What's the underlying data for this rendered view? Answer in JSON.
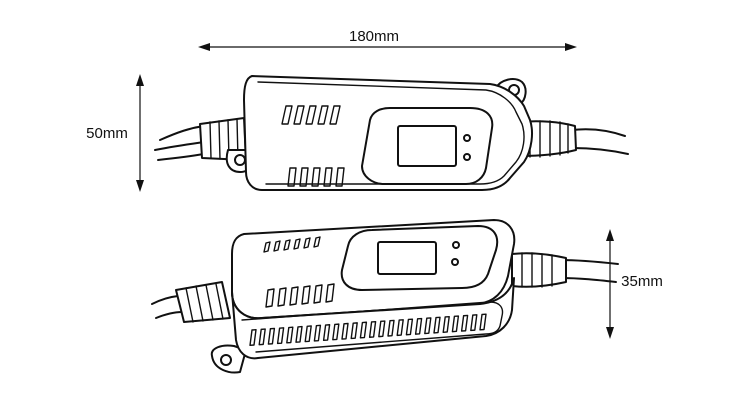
{
  "dimensions": {
    "length_label": "180mm",
    "height_label": "50mm",
    "depth_label": "35mm"
  },
  "colors": {
    "line": "#111111",
    "background": "#ffffff"
  }
}
